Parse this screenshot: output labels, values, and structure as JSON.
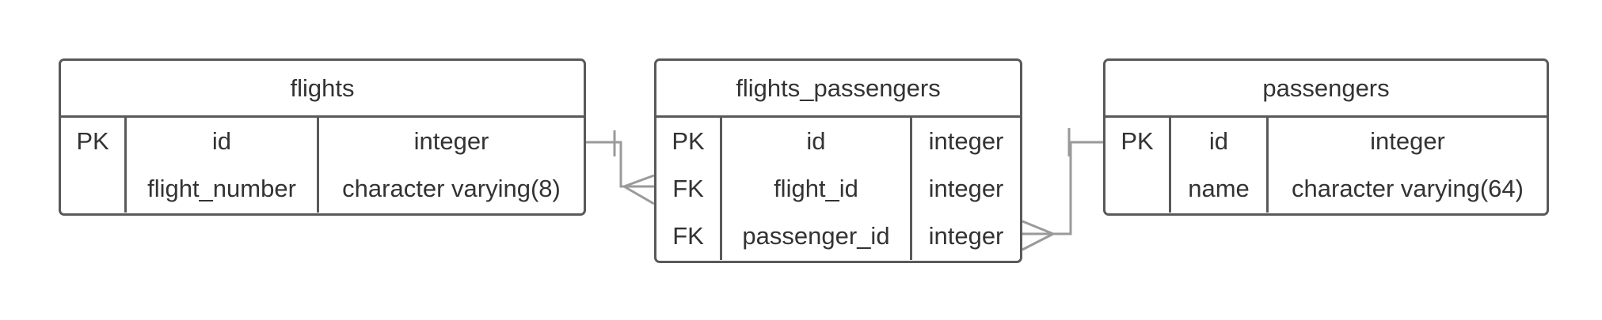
{
  "tables": [
    {
      "name": "flights",
      "columns": [
        {
          "key": "PK",
          "name": "id",
          "type": "integer"
        },
        {
          "key": "",
          "name": "flight_number",
          "type": "character varying(8)"
        }
      ]
    },
    {
      "name": "flights_passengers",
      "columns": [
        {
          "key": "PK",
          "name": "id",
          "type": "integer"
        },
        {
          "key": "FK",
          "name": "flight_id",
          "type": "integer"
        },
        {
          "key": "FK",
          "name": "passenger_id",
          "type": "integer"
        }
      ]
    },
    {
      "name": "passengers",
      "columns": [
        {
          "key": "PK",
          "name": "id",
          "type": "integer"
        },
        {
          "key": "",
          "name": "name",
          "type": "character varying(64)"
        }
      ]
    }
  ],
  "relationships": [
    {
      "from": "flights.id",
      "to": "flights_passengers.flight_id",
      "from_cardinality": "one",
      "to_cardinality": "many"
    },
    {
      "from": "passengers.id",
      "to": "flights_passengers.passenger_id",
      "from_cardinality": "one",
      "to_cardinality": "many"
    }
  ],
  "colors": {
    "border": "#595959",
    "connector": "#9a9a9a",
    "text": "#333333",
    "background": "#ffffff"
  }
}
